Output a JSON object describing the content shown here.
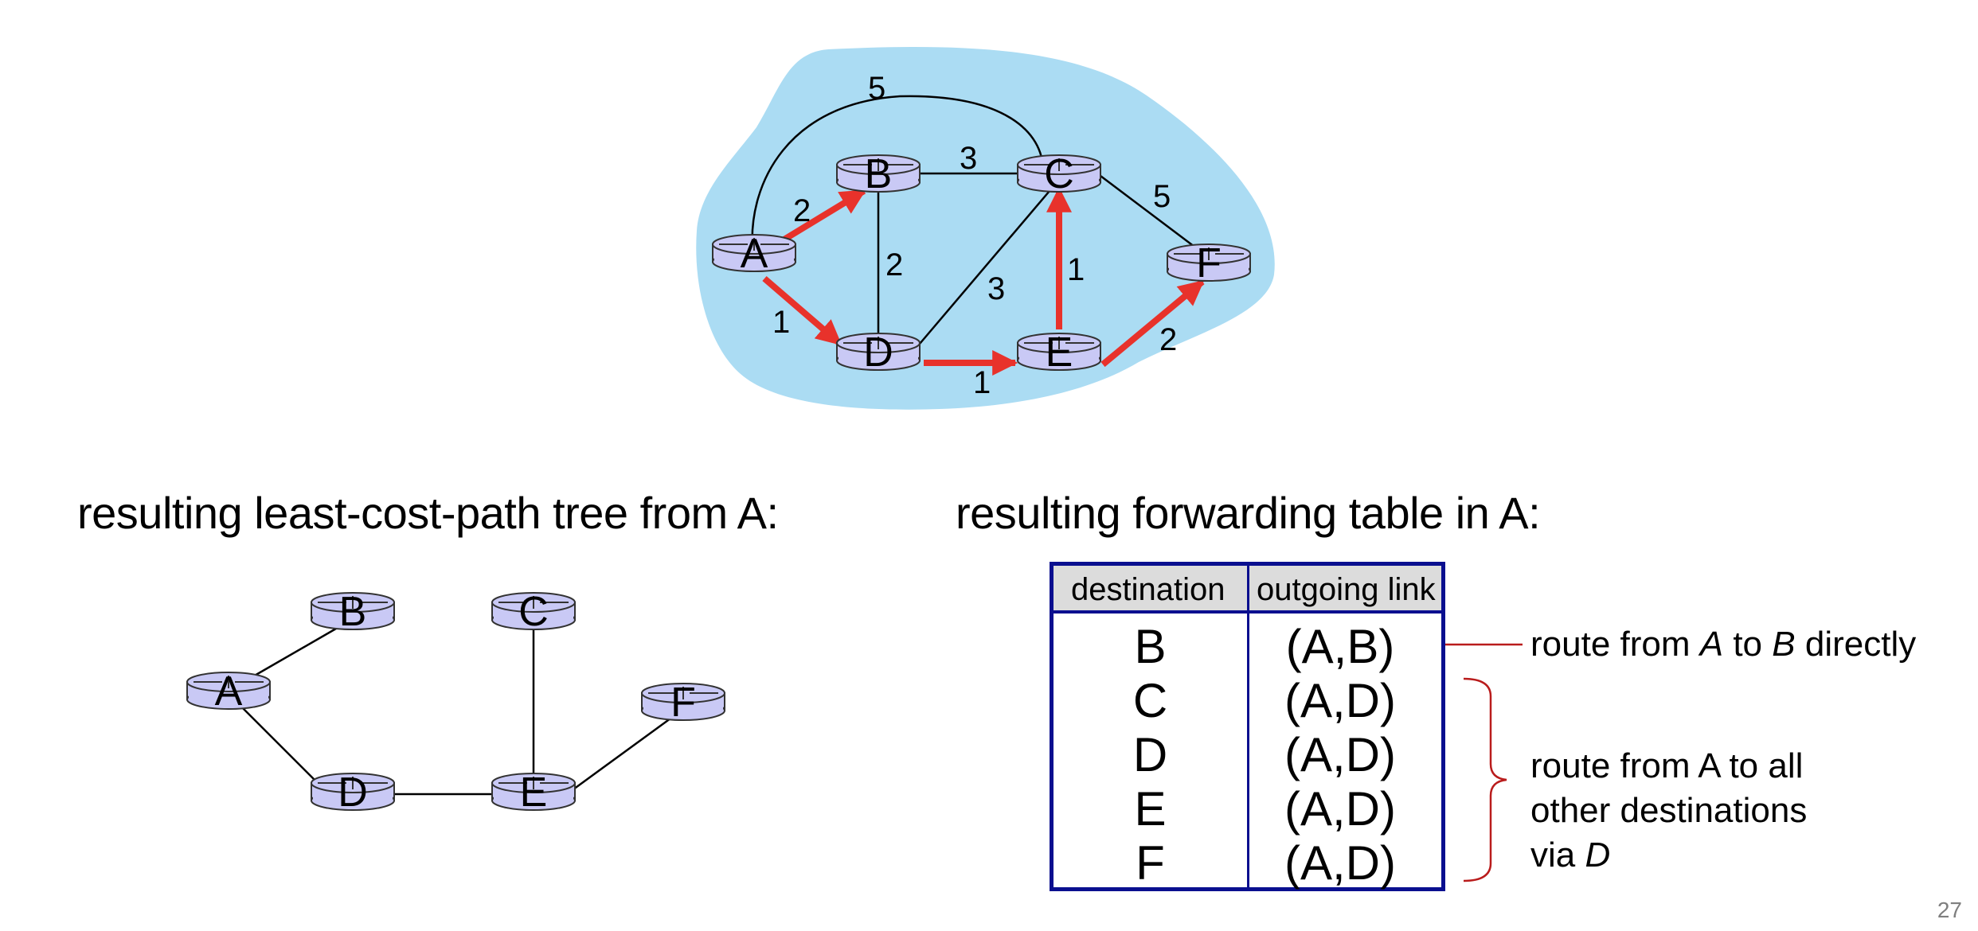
{
  "network": {
    "nodes": {
      "A": "A",
      "B": "B",
      "C": "C",
      "D": "D",
      "E": "E",
      "F": "F"
    },
    "costs": {
      "ac": "5",
      "ab": "2",
      "bc": "3",
      "bd": "2",
      "ad": "1",
      "dc": "3",
      "ce": "1",
      "cf": "5",
      "de": "1",
      "ef": "2"
    }
  },
  "tree": {
    "heading": "resulting least-cost-path tree from A:",
    "nodes": {
      "A": "A",
      "B": "B",
      "C": "C",
      "D": "D",
      "E": "E",
      "F": "F"
    }
  },
  "forwarding": {
    "heading": "resulting forwarding table in A:",
    "columns": {
      "destination": "destination",
      "link": "outgoing link"
    },
    "rows": [
      {
        "destination": "B",
        "link": "(A,B)"
      },
      {
        "destination": "C",
        "link": "(A,D)"
      },
      {
        "destination": "D",
        "link": "(A,D)"
      },
      {
        "destination": "E",
        "link": "(A,D)"
      },
      {
        "destination": "F",
        "link": "(A,D)"
      }
    ],
    "annotations": {
      "direct": {
        "t1": "route from ",
        "a": "A",
        "t2": " to ",
        "b": "B",
        "t3": " directly"
      },
      "via": {
        "line1": "route from A to all",
        "line2": "other destinations",
        "line3_prefix": "via ",
        "d": "D"
      }
    }
  },
  "colors": {
    "cloud": "#abdcf3",
    "router": "#c9c9f5",
    "highlight": "#e8322b",
    "table_border": "#0a0f8f",
    "bracket": "#b91c1c"
  },
  "slide_number": "27"
}
